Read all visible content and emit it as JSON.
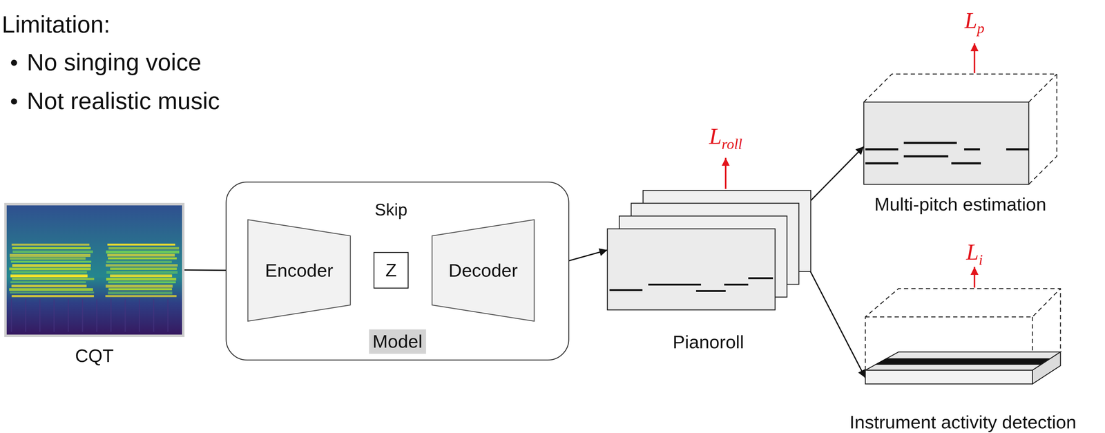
{
  "diagram": {
    "nodes": [
      {
        "text": [
          "CQT"
        ]
      },
      {
        "text": [
          "Model"
        ]
      },
      {
        "text": [
          "Encoder"
        ],
        "in": 1
      },
      {
        "text": [
          "Z"
        ],
        "in": 1
      },
      {
        "text": [
          "Decoder"
        ],
        "in": 1
      },
      {
        "text": [
          "Pianoroll"
        ]
      },
      {
        "text": [
          "Multi-pitch estimation"
        ]
      },
      {
        "text": [
          "Instrument activity detection"
        ]
      }
    ],
    "edges": [
      {
        "from": 0,
        "to": 2,
        "arrow": "to"
      },
      {
        "from": 2,
        "to": 3,
        "arrow": "to"
      },
      {
        "from": 3,
        "to": 4,
        "arrow": "to"
      },
      {
        "from": 4,
        "to": 5,
        "arrow": "to"
      },
      {
        "from": 2,
        "to": 4,
        "arrow": "to"
      },
      {
        "from": 2,
        "to": 4,
        "label": "Skip",
        "arrow": "to"
      },
      {
        "from": 5,
        "to": 6,
        "arrow": "to"
      },
      {
        "from": 5,
        "to": 7,
        "arrow": "to"
      }
    ],
    "labels": [
      "Limitation:",
      "No singing voice",
      "Not realistic music",
      "L",
      "roll",
      "L",
      "p",
      "L",
      "i"
    ]
  }
}
